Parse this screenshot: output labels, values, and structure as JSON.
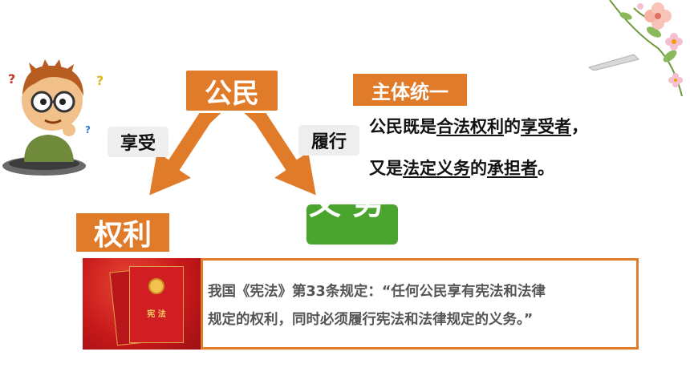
{
  "center_node": "公民",
  "left_edge_label": "享受",
  "right_edge_label": "履行",
  "left_node": "权利",
  "right_node": "义务",
  "unity_tag": "主体统一",
  "statement": {
    "line1": [
      "公民既是",
      "合法权利",
      "的",
      "享受者",
      "，"
    ],
    "line2": [
      "又是",
      "法定义务",
      "的",
      "承担者",
      "。"
    ]
  },
  "book_cover": "宪 法",
  "quote": {
    "line1": "我国《宪法》第33条规定：“任何公民享有宪法和法律",
    "line2": "规定的权利，同时必须履行宪法和法律规定的义务。”"
  },
  "colors": {
    "accent": "#e07b2a",
    "green": "#4aa52e",
    "red": "#c8191b"
  }
}
